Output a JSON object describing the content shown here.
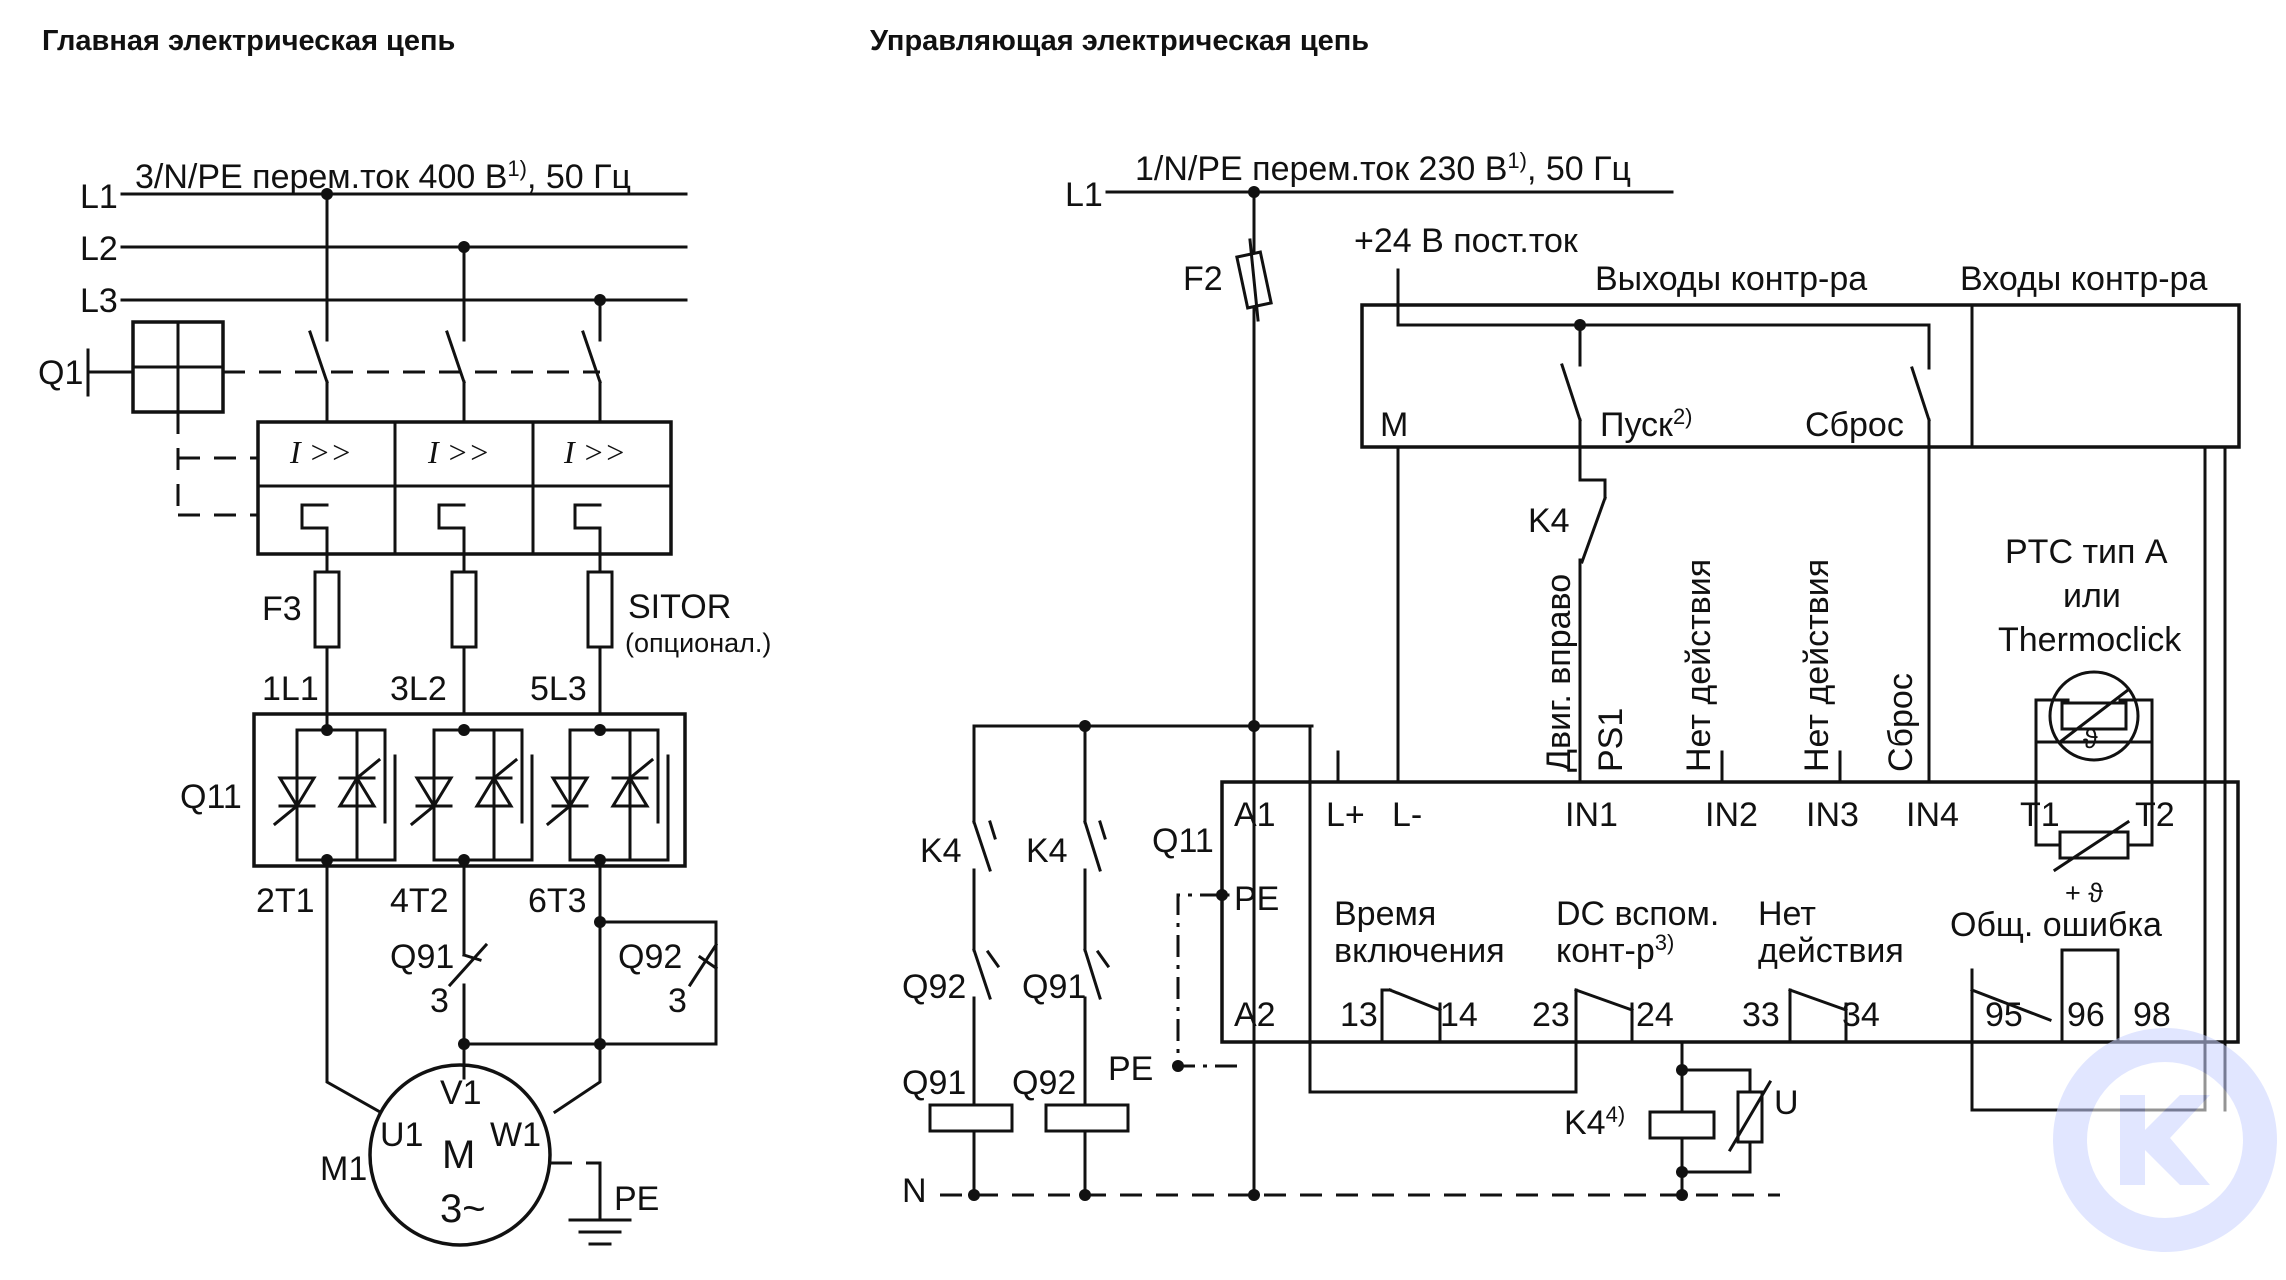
{
  "headers": {
    "main_circuit": "Главная электрическая цепь",
    "control_circuit": "Управляющая электрическая цепь"
  },
  "main": {
    "supply": "3/N/PE перем.ток 400 В",
    "supply_sup": "1)",
    "supply_freq": ", 50 Гц",
    "phases": [
      "L1",
      "L2",
      "L3"
    ],
    "breaker": "Q1",
    "overcurrent": "I >>",
    "fuse": "F3",
    "sitor": "SITOR",
    "sitor_note": "(опционал.)",
    "inputs": [
      "1L1",
      "3L2",
      "5L3"
    ],
    "softstarter": "Q11",
    "outputs": [
      "2T1",
      "4T2",
      "6T3"
    ],
    "q91": "Q91",
    "q92": "Q92",
    "pole_count": "3",
    "motor_ref": "M1",
    "motor_m": "M",
    "motor_3ph": "3~",
    "terminals": [
      "U1",
      "V1",
      "W1"
    ],
    "pe": "PE"
  },
  "control": {
    "l1": "L1",
    "n": "N",
    "supply": "1/N/PE перем.ток 230 В",
    "supply_sup": "1)",
    "supply_freq": ", 50 Гц",
    "f2": "F2",
    "dc24": "+24 В пост.ток",
    "outputs_ctrl": "Выходы контр-ра",
    "inputs_ctrl": "Входы контр-ра",
    "m": "M",
    "start": "Пуск",
    "start_sup": "2)",
    "reset": "Сброс",
    "k4": "K4",
    "k4_coil": "K4",
    "k4_coil_sup": "4)",
    "varistor": "U",
    "in_labels": [
      "Двиг. вправо",
      "PS1",
      "Нет действия",
      "Нет действия",
      "Сброс"
    ],
    "ptc_line1": "PTC тип A",
    "ptc_line2": "или",
    "ptc_line3": "Thermoclick",
    "q11": "Q11",
    "pe": "PE",
    "q91": "Q91",
    "q92": "Q92",
    "terminals_top": [
      "A1",
      "L+",
      "L-",
      "IN1",
      "IN2",
      "IN3",
      "IN4",
      "T1",
      "T2"
    ],
    "pe_term": "PE",
    "a2": "A2",
    "on_time_1": "Время",
    "on_time_2": "включения",
    "dc_aux_1": "DC вспом.",
    "dc_aux_2": "конт-р",
    "dc_aux_sup": "3)",
    "no_action_1": "Нет",
    "no_action_2": "действия",
    "fault": "Общ. ошибка",
    "ptc_sym": "+ ϑ",
    "relay_terms": [
      "13",
      "14",
      "23",
      "24",
      "33",
      "34",
      "95",
      "96",
      "98"
    ]
  },
  "logo": {
    "name": "gear-k-logo",
    "color": "#c9d3ff"
  }
}
